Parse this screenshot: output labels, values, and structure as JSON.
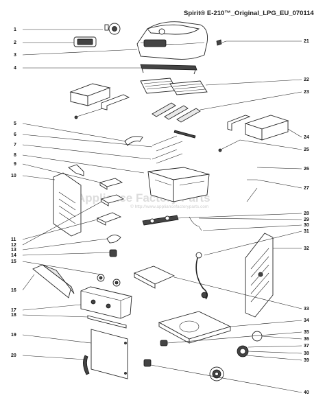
{
  "header": {
    "title": "Spirit® E-210™_Original_LPG_EU_070114"
  },
  "watermark": {
    "main": "Appliance Factory Parts",
    "sub": "© http://www.appliancefactoryparts.com"
  },
  "callouts": {
    "c1": "1",
    "c2": "2",
    "c3": "3",
    "c4": "4",
    "c5": "5",
    "c6": "6",
    "c7": "7",
    "c8": "8",
    "c9": "9",
    "c10": "10",
    "c11": "11",
    "c12": "12",
    "c13": "13",
    "c14": "14",
    "c15": "15",
    "c16": "16",
    "c17": "17",
    "c18": "18",
    "c19": "19",
    "c20": "20",
    "c21": "21",
    "c22": "22",
    "c23": "23",
    "c24": "24",
    "c25": "25",
    "c26": "26",
    "c27": "27",
    "c28": "28",
    "c29": "29",
    "c30": "30",
    "c31": "31",
    "c32": "32",
    "c33": "33",
    "c34": "34",
    "c35": "35",
    "c36": "36",
    "c37": "37",
    "c38": "38",
    "c39": "39",
    "c40": "40"
  }
}
